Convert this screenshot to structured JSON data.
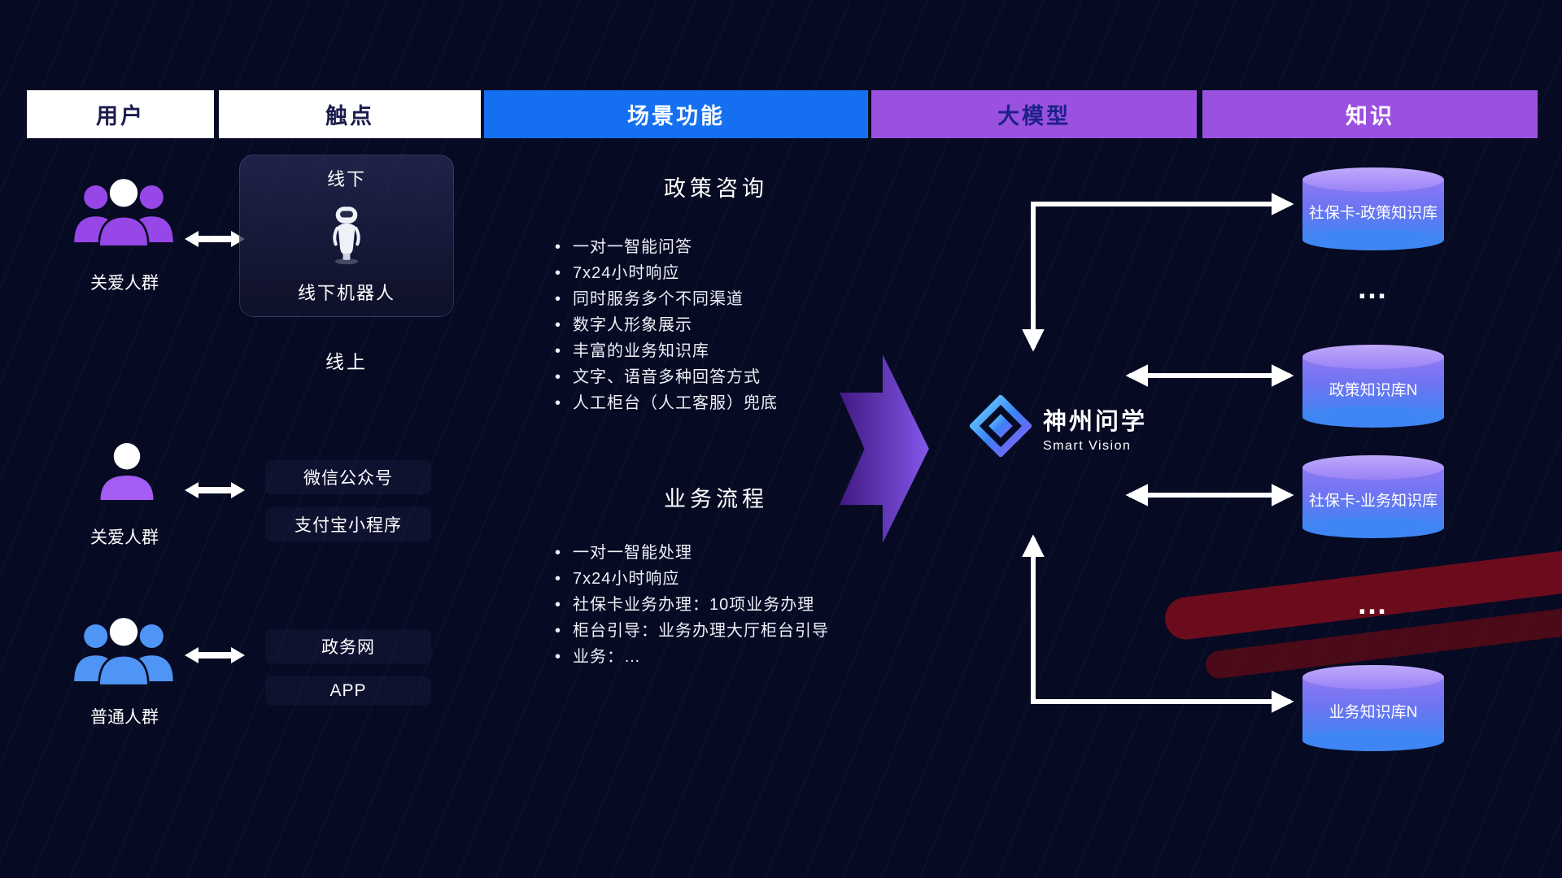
{
  "headers": [
    {
      "label": "用户"
    },
    {
      "label": "触点"
    },
    {
      "label": "场景功能"
    },
    {
      "label": "大模型"
    },
    {
      "label": "知识"
    }
  ],
  "users": [
    {
      "label": "关爱人群",
      "icon": "group-purple"
    },
    {
      "label": "关爱人群",
      "icon": "person-purple"
    },
    {
      "label": "普通人群",
      "icon": "group-blue"
    }
  ],
  "touchpoints": {
    "offline_title": "线下",
    "robot_label": "线下机器人",
    "online_title": "线上",
    "channels": [
      "微信公众号",
      "支付宝小程序",
      "政务网",
      "APP"
    ]
  },
  "scenario": {
    "policy": {
      "title": "政策咨询",
      "items": [
        "一对一智能问答",
        "7x24小时响应",
        "同时服务多个不同渠道",
        "数字人形象展示",
        "丰富的业务知识库",
        "文字、语音多种回答方式",
        "人工柜台（人工客服）兜底"
      ]
    },
    "business": {
      "title": "业务流程",
      "items": [
        "一对一智能处理",
        "7x24小时响应",
        "社保卡业务办理：10项业务办理",
        "柜台引导：业务办理大厅柜台引导",
        "业务：…"
      ]
    }
  },
  "model": {
    "name": "神州问学",
    "subtitle": "Smart Vision"
  },
  "knowledge": [
    {
      "label": "社保卡-政策知识库",
      "type": "db"
    },
    {
      "label": "…",
      "type": "ellipsis"
    },
    {
      "label": "政策知识库N",
      "type": "db"
    },
    {
      "label": "社保卡-业务知识库",
      "type": "db"
    },
    {
      "label": "…",
      "type": "ellipsis"
    },
    {
      "label": "业务知识库N",
      "type": "db"
    }
  ],
  "colors": {
    "header_blue": "#1470f0",
    "header_purple": "#9b51e0",
    "cylinder_top": "#bfa9fb",
    "cylinder_bottom": "#3f86f4",
    "arrow_purple": "#7c3aed",
    "accent_red": "#c01028",
    "people_purple": "#9747e8",
    "people_blue": "#4f95f5"
  }
}
